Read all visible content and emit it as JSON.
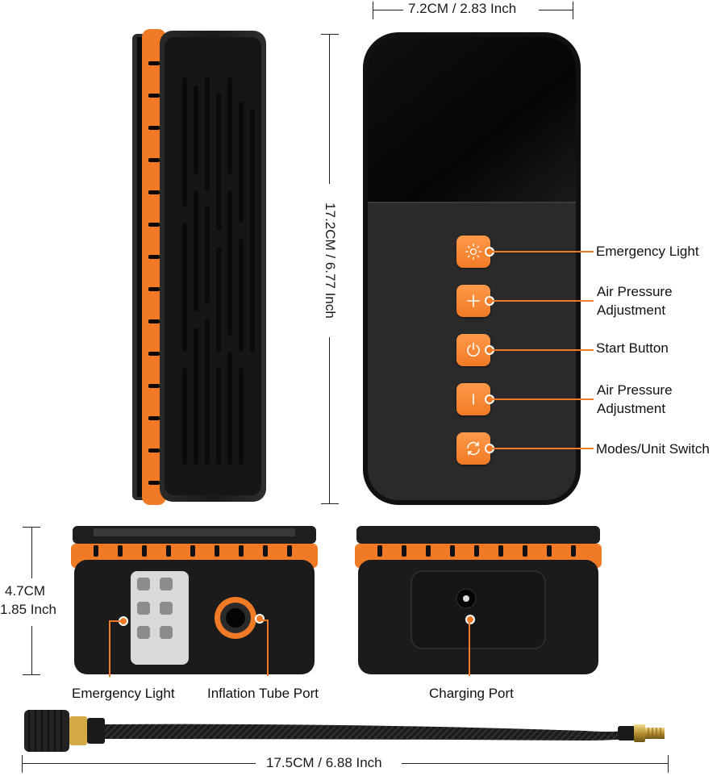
{
  "dimensions": {
    "width_label": "7.2CM / 2.83 Inch",
    "height_label": "17.2CM / 6.77 Inch",
    "depth_label_line1": "4.7CM",
    "depth_label_line2": "1.85 Inch",
    "hose_length_label": "17.5CM / 6.88 Inch"
  },
  "front_buttons": [
    {
      "icon": "sun-icon",
      "label": "Emergency Light"
    },
    {
      "icon": "plus-icon",
      "label_line1": "Air Pressure",
      "label_line2": "Adjustment"
    },
    {
      "icon": "power-icon",
      "label": "Start Button"
    },
    {
      "icon": "minus-icon",
      "label_line1": "Air Pressure",
      "label_line2": "Adjustment"
    },
    {
      "icon": "cycle-icon",
      "label": "Modes/Unit Switch"
    }
  ],
  "bottom_labels": {
    "emergency_light": "Emergency Light",
    "inflation_port": "Inflation Tube Port",
    "charging_port": "Charging Port"
  },
  "colors": {
    "accent": "#f07a25",
    "body": "#1c1c1c"
  }
}
